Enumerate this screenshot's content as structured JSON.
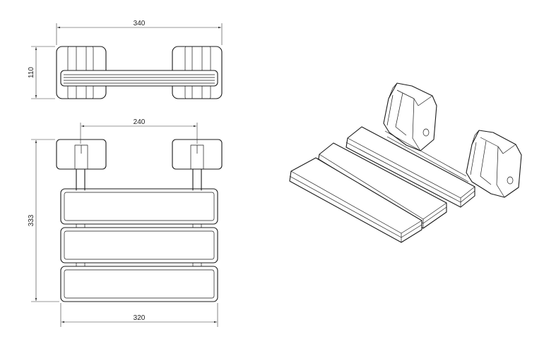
{
  "dimensions": {
    "top_width": "340",
    "top_height": "110",
    "bracket_spacing": "240",
    "front_height": "333",
    "seat_width": "320"
  },
  "colors": {
    "line": "#1a1a1a",
    "dimension": "#333333",
    "background": "#ffffff"
  }
}
